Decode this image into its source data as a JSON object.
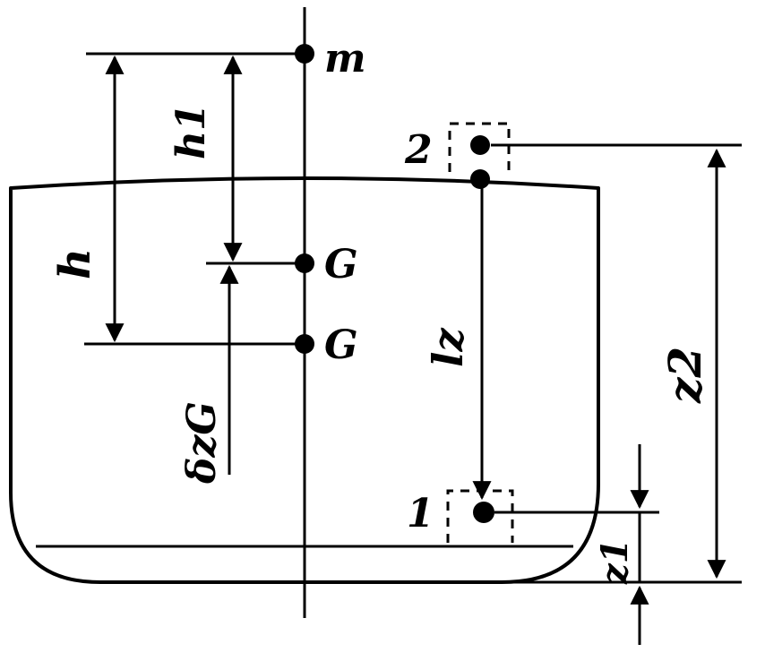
{
  "labels": {
    "metacenter": "m",
    "h1": "h1",
    "h": "h",
    "G_upper": "G",
    "G_lower": "G",
    "delta_zG": "δzG",
    "lz": "lz",
    "z2": "z2",
    "z1": "z1",
    "point_2": "2",
    "point_1": "1"
  },
  "colors": {
    "ink": "#000000",
    "background": "#ffffff"
  }
}
